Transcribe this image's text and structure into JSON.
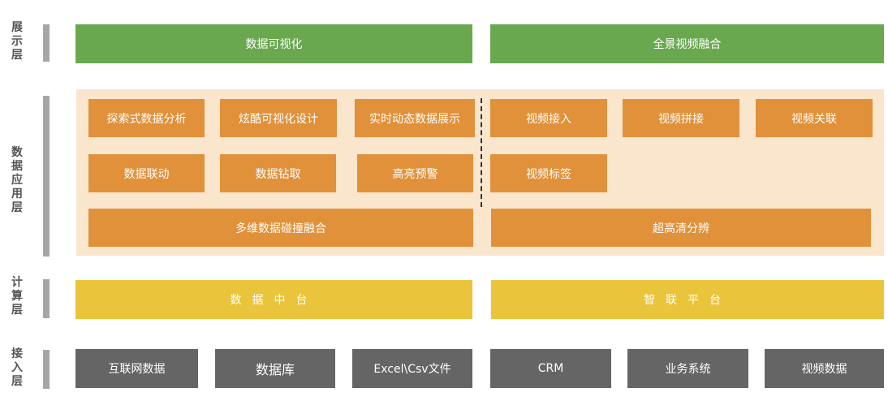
{
  "layers": {
    "display": {
      "label": "展\n示\n层",
      "boxes": [
        "数据可视化",
        "全景视频融合"
      ]
    },
    "application": {
      "label": "数\n据\n应\n用\n层",
      "row1": [
        "探索式数据分析",
        "炫酷可视化设计",
        "实时动态数据展示",
        "视频接入",
        "视频拼接",
        "视频关联"
      ],
      "row2": [
        "数据联动",
        "数据钻取",
        "高亮预警",
        "视频标签"
      ],
      "row3": [
        "多维数据碰撞融合",
        "超高清分辨"
      ]
    },
    "compute": {
      "label": "计\n算\n层",
      "boxes": [
        "数据中台",
        "智联平台"
      ]
    },
    "access": {
      "label": "接\n入\n层",
      "boxes": [
        "互联网数据",
        "数据库",
        "Excel\\Csv文件",
        "CRM",
        "业务系统",
        "视频数据"
      ]
    }
  },
  "colors": {
    "display": "#6aa84f",
    "application": "#e0913a",
    "application_bg": "#fae5cd",
    "compute": "#eac43a",
    "access": "#656565",
    "label_bar": "#a6a6a6"
  }
}
